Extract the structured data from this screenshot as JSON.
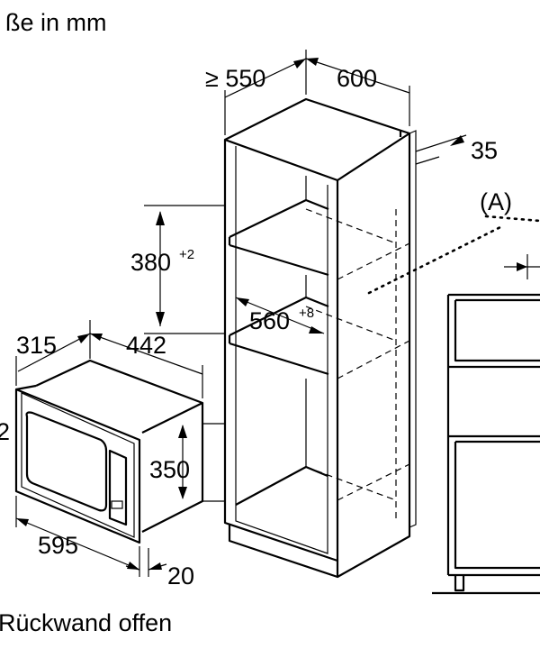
{
  "header": {
    "title": "ße in mm"
  },
  "footer": {
    "note": "Rückwand offen"
  },
  "cabinet": {
    "depth_min": "≥ 550",
    "width": "600",
    "side_offset": "35",
    "niche_height": "380",
    "niche_height_tol": "+2",
    "niche_width": "560",
    "niche_width_tol": "+8"
  },
  "microwave": {
    "depth": "315",
    "width": "442",
    "height": "350",
    "front_width": "595",
    "front_depth": "20",
    "left_partial": "2"
  },
  "detail": {
    "label": "(A)"
  }
}
